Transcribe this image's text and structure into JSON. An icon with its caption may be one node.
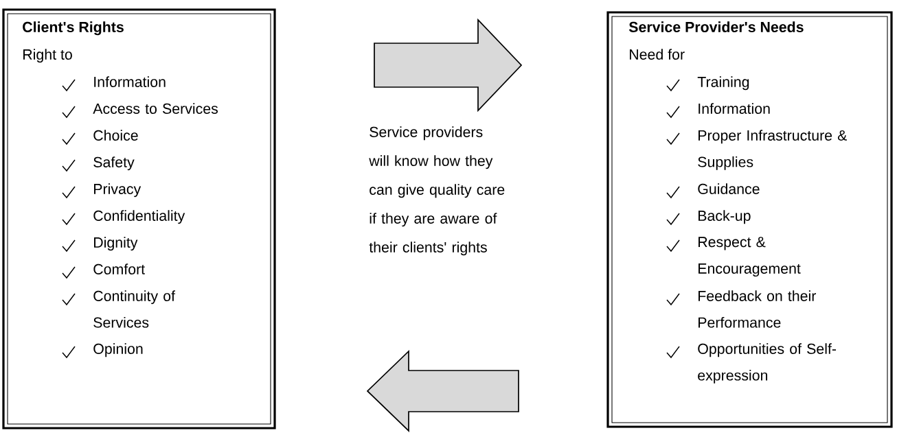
{
  "diagram": {
    "nodes": [
      {
        "text": [
          "Client's Rights",
          "Right to",
          "Information",
          "Access to Services",
          "Choice",
          "Safety",
          "Privacy",
          "Confidentiality",
          "Dignity",
          "Comfort",
          "Continuity of Services",
          "Opinion"
        ]
      },
      {
        "text": [
          "Service Provider's Needs",
          "Need for",
          "Training",
          "Information",
          "Proper Infrastructure & Supplies",
          "Guidance",
          "Back-up",
          "Respect & Encouragement",
          "Feedback on their Performance",
          "Opportunities of Self-expression"
        ]
      }
    ],
    "edges": [
      {
        "from": 0,
        "to": 1,
        "arrow": "to"
      },
      {
        "from": 1,
        "to": 0,
        "arrow": "to"
      }
    ],
    "labels": [
      "Service providers will know how they can give quality care if they are aware of their clients' rights"
    ]
  }
}
